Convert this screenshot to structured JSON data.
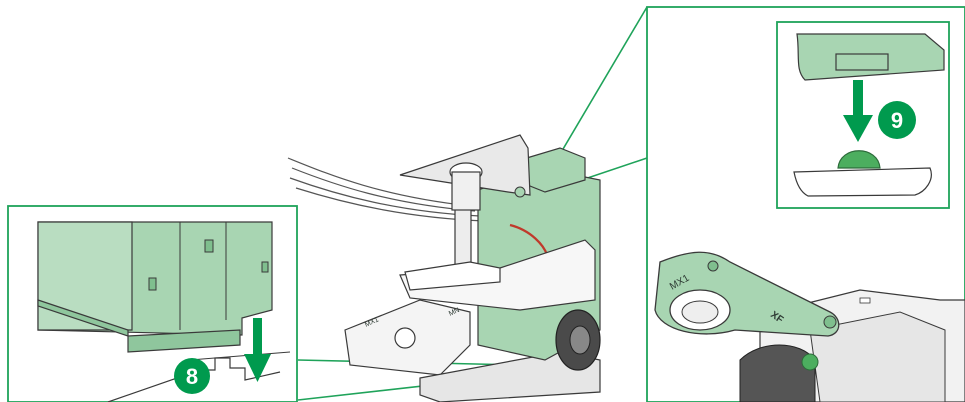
{
  "steps": [
    {
      "number": "8"
    },
    {
      "number": "9"
    }
  ],
  "part_markings": {
    "rotor_left": "MX1",
    "rotor_right": "XF",
    "sticker_left": "MX1",
    "sticker_bottom": "MN"
  },
  "colors": {
    "accent_green": "#009a4e",
    "part_green": "#a8d5b2",
    "part_green_dark": "#7fbf8e",
    "callout_line": "#1fa35a",
    "outline": "#3a3a3a",
    "grey_part": "#d9d9d9",
    "dark_part": "#4a4a4a",
    "wire_red": "#c0392b"
  },
  "icons": {
    "arrow": "down-arrow-icon"
  }
}
